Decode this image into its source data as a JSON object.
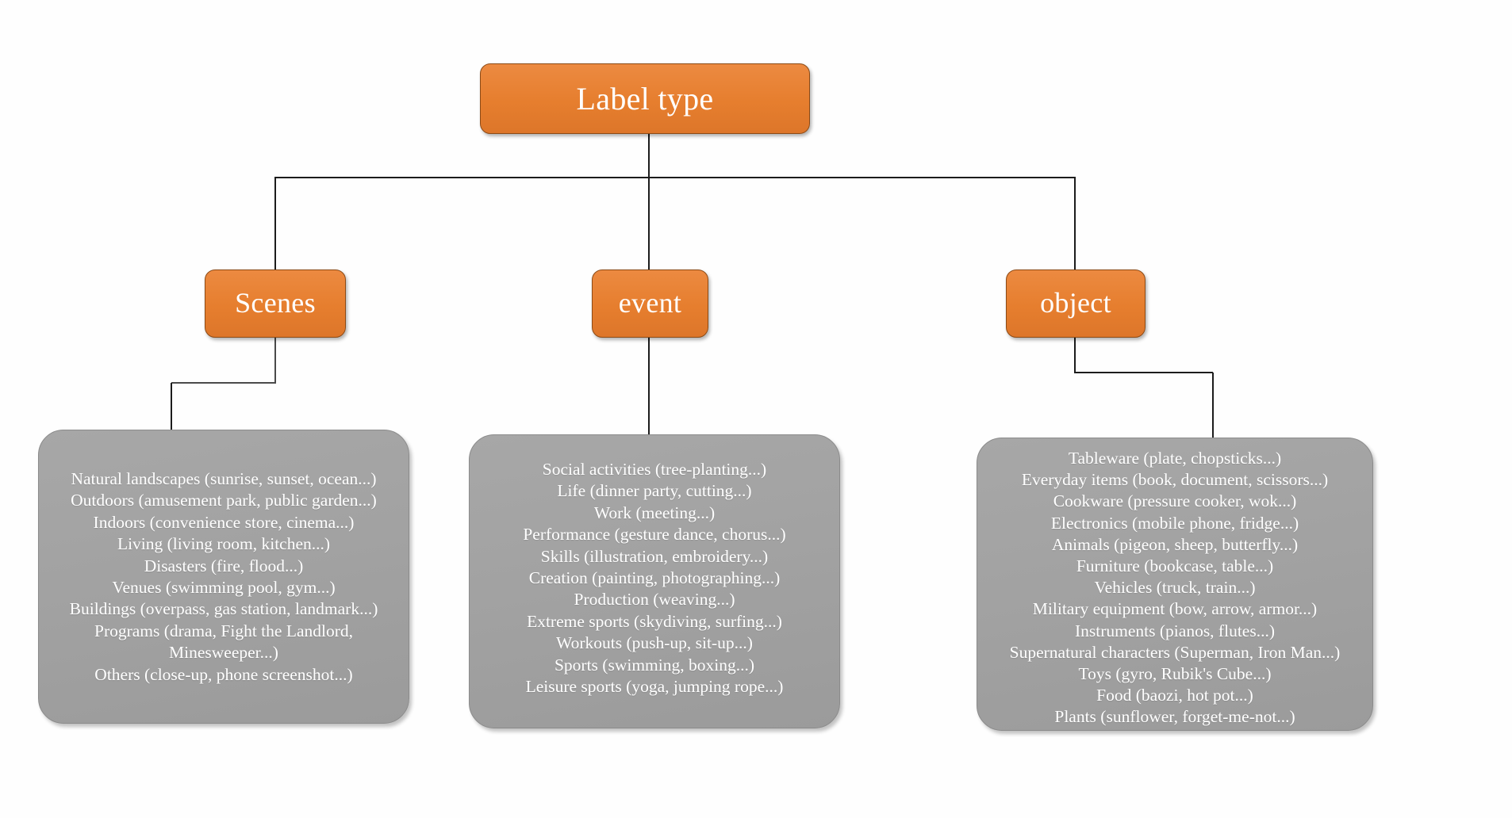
{
  "diagram": {
    "title": "Label type",
    "root": {
      "id": "label-type",
      "label": "Label type",
      "fill": "#e67e2e",
      "border": "#8c4a15",
      "text_color": "#ffffff"
    },
    "branches": [
      {
        "id": "scenes",
        "label": "Scenes",
        "fill": "#e67e2e",
        "leaf_fill": "#a2a2a2",
        "leaf_items": [
          "Natural landscapes (sunrise, sunset, ocean...)",
          "Outdoors (amusement park, public garden...)",
          "Indoors (convenience store, cinema...)",
          "Living (living room, kitchen...)",
          "Disasters (fire, flood...)",
          "Venues (swimming pool, gym...)",
          "Buildings (overpass, gas station, landmark...)",
          "Programs (drama, Fight the Landlord, Minesweeper...)",
          "Others (close-up, phone screenshot...)"
        ]
      },
      {
        "id": "event",
        "label": "event",
        "fill": "#e67e2e",
        "leaf_fill": "#a2a2a2",
        "leaf_items": [
          "Social activities (tree-planting...)",
          "Life (dinner party, cutting...)",
          "Work (meeting...)",
          "Performance (gesture dance, chorus...)",
          "Skills (illustration, embroidery...)",
          "Creation (painting, photographing...)",
          "Production (weaving...)",
          "Extreme sports (skydiving, surfing...)",
          "Workouts (push-up, sit-up...)",
          "Sports (swimming, boxing...)",
          "Leisure sports (yoga, jumping rope...)"
        ]
      },
      {
        "id": "object",
        "label": "object",
        "fill": "#e67e2e",
        "leaf_fill": "#a2a2a2",
        "leaf_items": [
          "Tableware (plate, chopsticks...)",
          "Everyday items (book, document, scissors...)",
          "Cookware (pressure cooker, wok...)",
          "Electronics (mobile phone, fridge...)",
          "Animals (pigeon, sheep, butterfly...)",
          "Furniture (bookcase, table...)",
          "Vehicles (truck, train...)",
          "Military equipment (bow, arrow, armor...)",
          "Instruments (pianos, flutes...)",
          "Supernatural characters (Superman, Iron Man...)",
          "Toys (gyro, Rubik's Cube...)",
          "Food (baozi, hot pot...)",
          "Plants (sunflower, forget-me-not...)"
        ]
      }
    ],
    "connector_color": "#1c1c1c",
    "background": "#fefefe"
  }
}
